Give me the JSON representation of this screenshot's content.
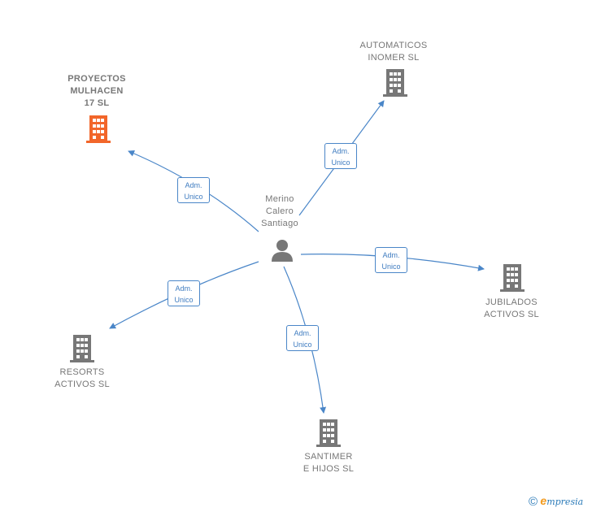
{
  "center": {
    "label": "Merino\nCalero\nSantiago"
  },
  "companies": {
    "proyectos": {
      "label": "PROYECTOS\nMULHACEN\n17  SL",
      "color": "#f2662a"
    },
    "automaticos": {
      "label": "AUTOMATICOS\nINOMER SL",
      "color": "#777777"
    },
    "jubilados": {
      "label": "JUBILADOS\nACTIVOS  SL",
      "color": "#777777"
    },
    "resorts": {
      "label": "RESORTS\nACTIVOS  SL",
      "color": "#777777"
    },
    "santimer": {
      "label": "SANTIMER\nE HIJOS  SL",
      "color": "#777777"
    }
  },
  "edges": {
    "proyectos": {
      "line1": "Adm.",
      "line2": "Unico"
    },
    "automaticos": {
      "line1": "Adm.",
      "line2": "Unico"
    },
    "jubilados": {
      "line1": "Adm.",
      "line2": "Unico"
    },
    "resorts": {
      "line1": "Adm.",
      "line2": "Unico"
    },
    "santimer": {
      "line1": "Adm.",
      "line2": "Unico"
    }
  },
  "colors": {
    "edge": "#4a86c8",
    "icon_gray": "#777777",
    "icon_orange": "#f2662a"
  },
  "brand": {
    "copyright": "©",
    "e": "e",
    "rest": "mpresia"
  }
}
